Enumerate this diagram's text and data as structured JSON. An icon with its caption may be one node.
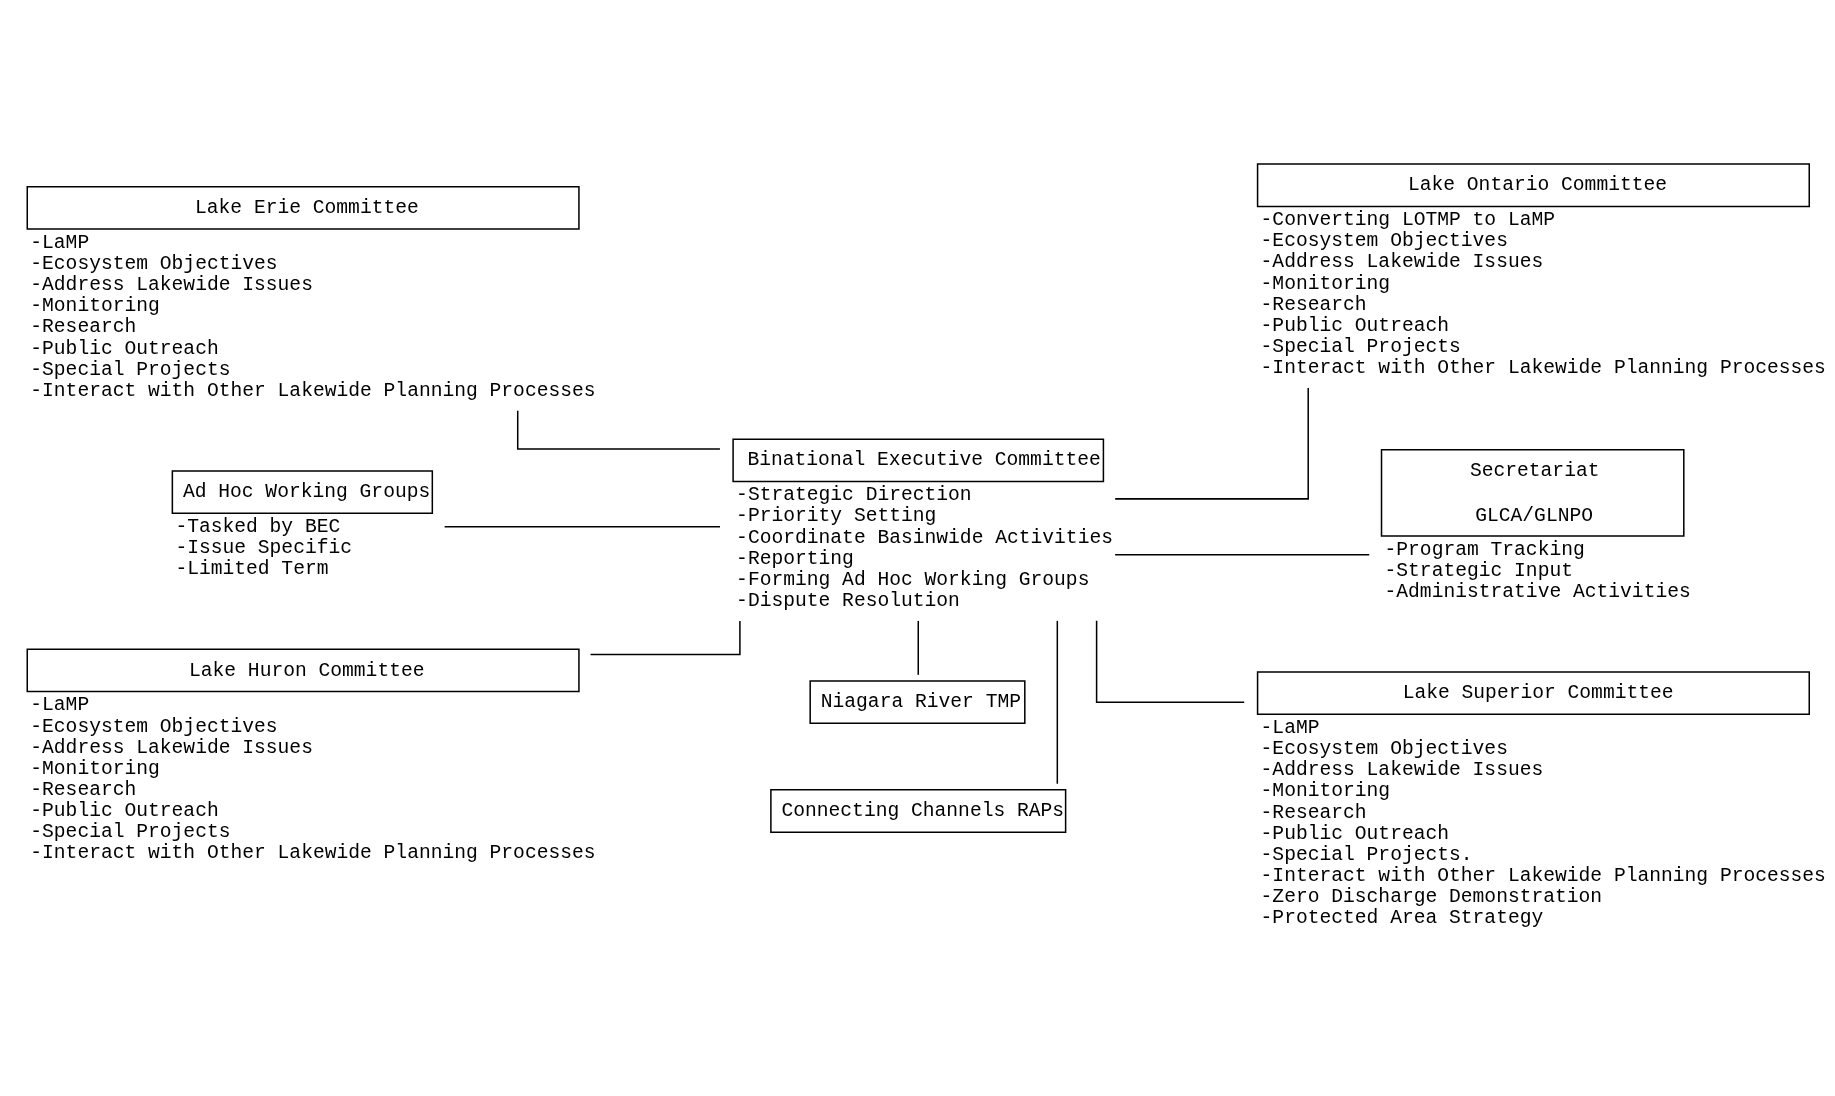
{
  "diagram": {
    "nodes": [
      {
        "text": [
          "Lake Erie Committee"
        ],
        "beside": [
          "-LaMP",
          "-Ecosystem Objectives",
          "-Address Lakewide Issues",
          "-Monitoring",
          "-Research",
          "-Public Outreach",
          "-Special Projects",
          "-Interact with Other Lakewide Planning Processes"
        ]
      },
      {
        "text": [
          "Lake Ontario Committee"
        ],
        "beside": [
          "-Converting LOTMP to LaMP",
          "-Ecosystem Objectives",
          "-Address Lakewide Issues",
          "-Monitoring",
          "-Research",
          "-Public Outreach",
          "-Special Projects",
          "-Interact with Other Lakewide Planning Processes"
        ]
      },
      {
        "text": [
          "Ad Hoc Working Groups"
        ],
        "beside": [
          "-Tasked by BEC",
          "-Issue Specific",
          "-Limited Term"
        ]
      },
      {
        "text": [
          "Binational Executive Committee"
        ],
        "beside": [
          "-Strategic Direction",
          "-Priority Setting",
          "-Coordinate Basinwide Activities",
          "-Reporting",
          "-Forming Ad Hoc Working Groups",
          "-Dispute Resolution"
        ]
      },
      {
        "text": [
          "Secretariat",
          "GLCA/GLNPO"
        ],
        "beside": [
          "-Program Tracking",
          "-Strategic Input",
          "-Administrative Activities"
        ]
      },
      {
        "text": [
          "Lake Huron Committee"
        ],
        "beside": [
          "-LaMP",
          "-Ecosystem Objectives",
          "-Address Lakewide Issues",
          "-Monitoring",
          "-Research",
          "-Public Outreach",
          "-Special Projects",
          "-Interact with Other Lakewide Planning Processes"
        ]
      },
      {
        "text": [
          "Lake Superior Committee"
        ],
        "beside": [
          "-LaMP",
          "-Ecosystem Objectives",
          "-Address Lakewide Issues",
          "-Monitoring",
          "-Research",
          "-Public Outreach",
          "-Special Projects.",
          "-Interact with Other Lakewide Planning Processes",
          "-Zero Discharge Demonstration",
          "-Protected Area Strategy"
        ]
      },
      {
        "text": [
          "Niagara River TMP"
        ]
      },
      {
        "text": [
          "Connecting Channels RAPs"
        ]
      }
    ],
    "edges": [
      {
        "from": 0,
        "to": 3,
        "arrow": "none"
      },
      {
        "from": 2,
        "to": 3,
        "arrow": "none"
      },
      {
        "from": 5,
        "to": 3,
        "arrow": "none"
      },
      {
        "from": 1,
        "to": 3,
        "arrow": "none"
      },
      {
        "from": 4,
        "to": 3,
        "arrow": "none"
      },
      {
        "from": 6,
        "to": 3,
        "arrow": "none"
      },
      {
        "from": 7,
        "to": 3,
        "arrow": "none"
      },
      {
        "from": 8,
        "to": 3,
        "arrow": "none"
      }
    ]
  }
}
